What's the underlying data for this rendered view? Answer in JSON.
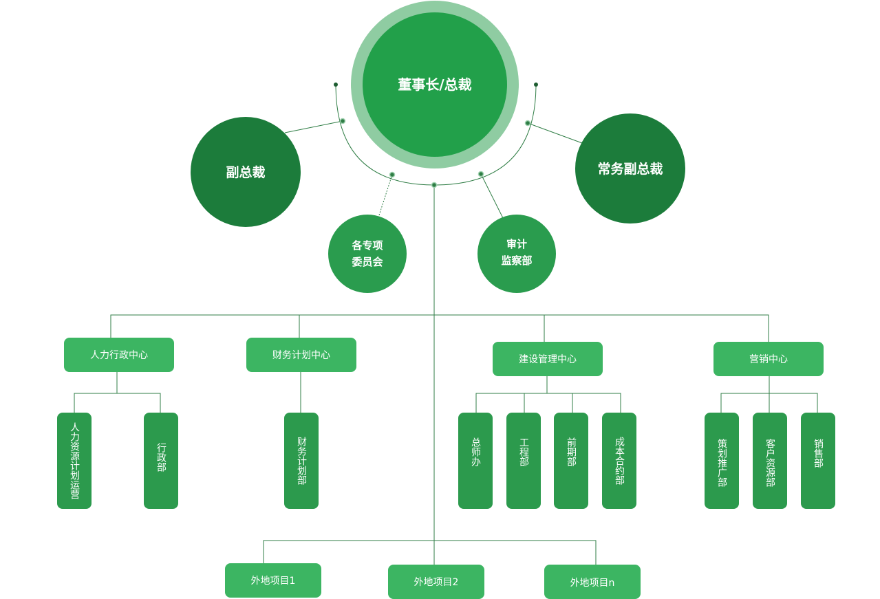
{
  "colors": {
    "ring": "#8fcca2",
    "core": "#22a04a",
    "dark": "#1c7c3b",
    "mid": "#2a9c4e",
    "box": "#3cb562",
    "vbox": "#2c9a4d",
    "line": "#2f7d45"
  },
  "executives": {
    "chairman": "董事长/总裁",
    "vp": "副总裁",
    "evp": "常务副总裁",
    "committees": [
      "各专项",
      "委员会"
    ],
    "audit": [
      "审计",
      "监察部"
    ]
  },
  "centers": [
    {
      "name": "人力行政中心",
      "departments": [
        "人力资源计划运营",
        "行政部"
      ]
    },
    {
      "name": "财务计划中心",
      "departments": [
        "财务计划部"
      ]
    },
    {
      "name": "建设管理中心",
      "departments": [
        "总师办",
        "工程部",
        "前期部",
        "成本合约部"
      ]
    },
    {
      "name": "营销中心",
      "departments": [
        "策划推广部",
        "客户资源部",
        "销售部"
      ]
    }
  ],
  "projects": [
    "外地项目1",
    "外地项目2",
    "外地项目n"
  ]
}
